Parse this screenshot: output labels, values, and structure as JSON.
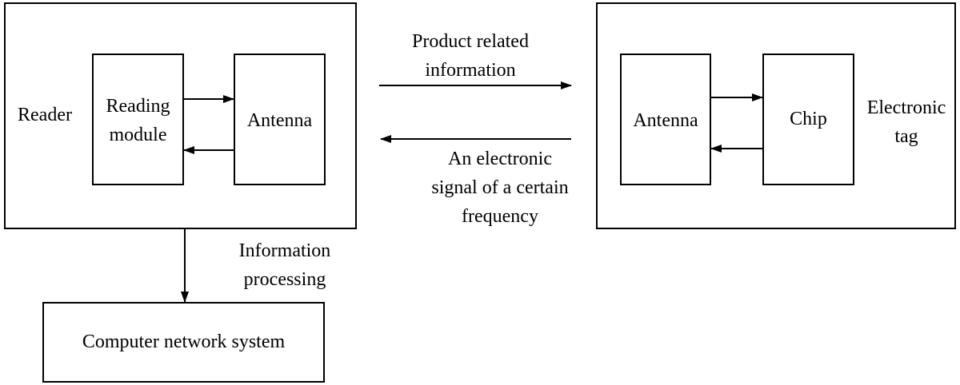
{
  "reader": {
    "label": "Reader",
    "reading_module": {
      "line1": "Reading",
      "line2": "module"
    },
    "antenna": "Antenna"
  },
  "tag": {
    "antenna": "Antenna",
    "chip": "Chip",
    "label": {
      "line1": "Electronic",
      "line2": "tag"
    }
  },
  "links": {
    "forward": {
      "line1": "Product related",
      "line2": "information"
    },
    "backward": {
      "line1": "An electronic",
      "line2": "signal of a certain",
      "line3": "frequency"
    },
    "down": {
      "line1": "Information",
      "line2": "processing"
    }
  },
  "computer": "Computer network system"
}
